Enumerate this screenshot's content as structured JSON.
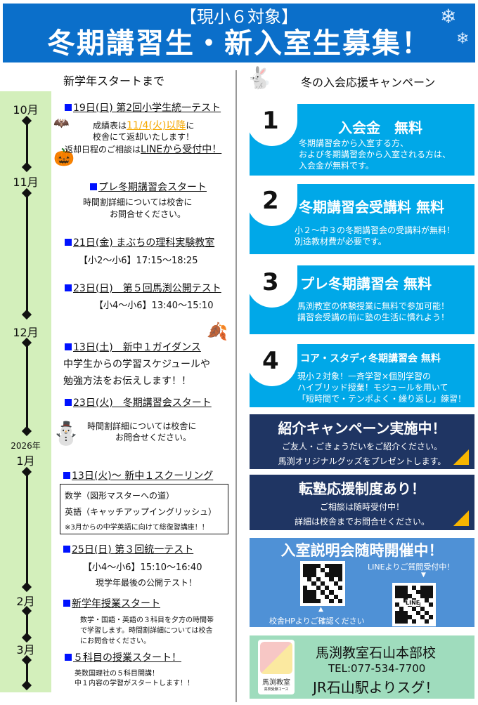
{
  "header": {
    "subtitle": "【現小６対象】",
    "title": "冬期講習生・新入室生募集！"
  },
  "timeline": {
    "heading": "新学年スタートまで",
    "months": [
      "10月",
      "11月",
      "12月",
      "2026年",
      "1月",
      "2月",
      "3月"
    ],
    "events": [
      {
        "title": "19日(日) 第2回小学生統一テスト",
        "lines": [
          "成績表は",
          "11/4(火)以降",
          "に",
          "校舎にて返却いたします！",
          "返却日程のご相談は",
          "LINEから受付中！"
        ]
      },
      {
        "title": "プレ冬期講習会スタート",
        "lines": [
          "時間割詳細については校舎に",
          "お問合せください。"
        ]
      },
      {
        "title": "21日(金) まぶちの理科実験教室",
        "lines": [
          "【小2〜小6】17:15〜18:25"
        ]
      },
      {
        "title": "23日(日)　第５回馬渕公開テスト",
        "lines": [
          "【小4〜小6】13:40〜15:10"
        ]
      },
      {
        "title": "13日(土)　新中１ガイダンス",
        "lines": [
          "中学生からの学習スケジュールや",
          "勉強方法をお伝えします！！"
        ]
      },
      {
        "title": "23日(火)　冬期講習会スタート",
        "lines": [
          "時間割詳細については校舎に",
          "お問合せください。"
        ]
      },
      {
        "title": "13日(火)〜 新中１スクーリング",
        "lines": [
          "数学（図形マスターへの道）",
          "英語（キャッチアップイングリッシュ）",
          "※3月からの中学英語に向けて総復習講座！！"
        ]
      },
      {
        "title": "25日(日) 第３回統一テスト",
        "lines": [
          "【小4〜小6】15:10〜16:40",
          "現学年最後の公開テスト！"
        ]
      },
      {
        "title": "新学年授業スタート",
        "lines": [
          "数学・国語・英語の３科目を夕方の時間帯",
          "で学習します。時間割詳細については校舎",
          "にお問合せください。"
        ]
      },
      {
        "title": "５科目の授業スタート！",
        "lines": [
          "英数国理社の５科目開講！",
          "中１内容の学習がスタートします！！"
        ]
      }
    ]
  },
  "campaign": {
    "heading": "冬の入会応援キャンペーン",
    "items": [
      {
        "num": "1",
        "title": "入会金　無料",
        "lines": [
          "冬期講習会から入室する方、",
          "および冬期講習会から入室される方は、",
          "入会金が無料です。"
        ]
      },
      {
        "num": "2",
        "title": "冬期講習会受講料 無料",
        "lines": [
          "小２〜中３の冬期講習会の受講料が無料！",
          "別途教材費が必要です。"
        ]
      },
      {
        "num": "3",
        "title": "プレ冬期講習会 無料",
        "lines": [
          "馬渕教室の体験授業に無料で参加可能！",
          "講習会受講の前に塾の生活に慣れよう！"
        ]
      },
      {
        "num": "4",
        "title": "コア・スタディ冬期講習会 無料",
        "lines": [
          "現小２対象！一斉学習×個別学習の",
          "ハイブリッド授業！モジュールを用いて",
          "「短時間で・テンポよく・繰り返し」練習！"
        ]
      }
    ]
  },
  "referral": {
    "title": "紹介キャンペーン実施中！",
    "lines": [
      "ご友人・ごきょうだいをご紹介ください。",
      "馬渕オリジナルグッズをプレゼントします。"
    ]
  },
  "transfer": {
    "title": "転塾応援制度あり！",
    "lines": [
      "ご相談は随時受付中！",
      "詳細は校舎までお問合せください。"
    ]
  },
  "briefing": {
    "title": "入室説明会随時開催中！",
    "line_label": "LINEよりご質問受付中！",
    "hp_label": "校舎HPよりご確認ください",
    "line_qr_text": "LINE"
  },
  "footer": {
    "school": "馬渕教室石山本部校",
    "tel": "TEL:077-534-7700",
    "access": "JR石山駅よりスグ！",
    "logo_text": "馬渕教室",
    "logo_sub": "高校受験コース"
  },
  "colors": {
    "header": "#0b6fca",
    "campaign": "#00a8e8",
    "navy": "#1f3563",
    "briefing": "#4f91d6",
    "footer": "#9fdcbd",
    "timeline": "#d3efbb"
  }
}
